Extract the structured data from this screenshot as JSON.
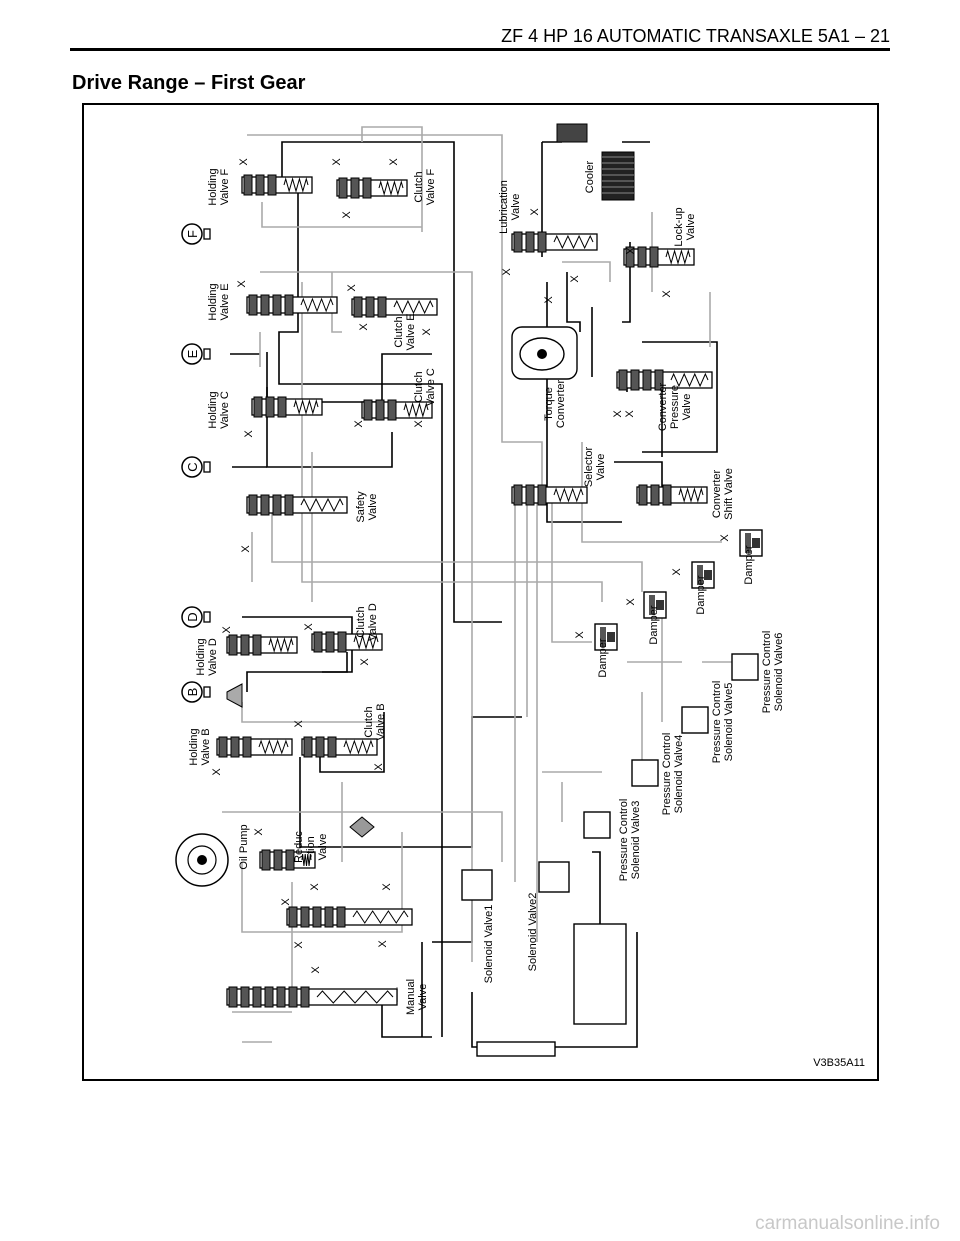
{
  "header": {
    "title": "ZF 4 HP 16 AUTOMATIC TRANSAXLE  5A1 – 21"
  },
  "section_title": "Drive Range – First Gear",
  "diagram": {
    "figure_code": "V3B35A11",
    "circle_labels": [
      "F",
      "E",
      "C",
      "D",
      "B"
    ],
    "valves": {
      "holding_f": [
        "Holding",
        "Valve F"
      ],
      "clutch_f": [
        "Clutch",
        "Valve F"
      ],
      "holding_e": [
        "Holding",
        "Valve E"
      ],
      "clutch_e": [
        "Clutch",
        "Valve E"
      ],
      "holding_c": [
        "Holding",
        "Valve C"
      ],
      "clutch_c": [
        "Clutch",
        "Valve C"
      ],
      "safety": [
        "Safety",
        "Valve"
      ],
      "holding_d": [
        "Holding",
        "Valve D"
      ],
      "clutch_d": [
        "Clutch",
        "Valve D"
      ],
      "holding_b": [
        "Holding",
        "Valve B"
      ],
      "clutch_b": [
        "Clutch",
        "Valve B"
      ],
      "oil_pump": [
        "Oil Pump"
      ],
      "reduction": [
        "Reduc",
        "-tion",
        "Valve"
      ],
      "manual": [
        "Manual",
        "Valve"
      ],
      "lubrication": [
        "Lubrication",
        "Valve"
      ],
      "cooler": [
        "Cooler"
      ],
      "lockup": [
        "Lock-up",
        "Valve"
      ],
      "torque_converter": [
        "Torque",
        "Converter"
      ],
      "converter_pressure": [
        "Converter",
        "Pressure",
        "Valve"
      ],
      "selector": [
        "Selector",
        "Valve"
      ],
      "converter_shift": [
        "Converter",
        "Shift Valve"
      ],
      "damper": [
        "Damper"
      ],
      "pcsv6": [
        "Pressure Control",
        "Solenoid Valve6"
      ],
      "pcsv5": [
        "Pressure Control",
        "Solenoid Valve5"
      ],
      "pcsv4": [
        "Pressure Control",
        "Solenoid Valve4"
      ],
      "pcsv3": [
        "Pressure Control",
        "Solenoid Valve3"
      ],
      "sv1": [
        "Solenoid Valve1"
      ],
      "sv2": [
        "Solenoid Valve2"
      ]
    },
    "markers": {
      "exhaust": "X"
    }
  },
  "watermark": "carmanualsonline.info"
}
